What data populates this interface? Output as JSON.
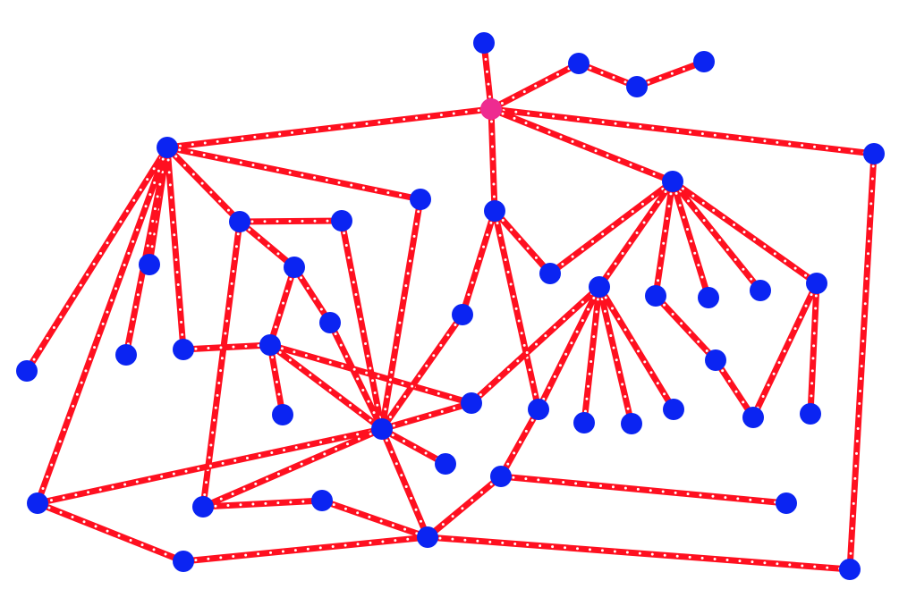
{
  "colors": {
    "edge": "#ff1020",
    "edge_dots": "#ffffff",
    "node": "#0b24f2",
    "root_node": "#ee2b90",
    "background": "#ffffff"
  },
  "root": "n0",
  "nodes": [
    "n0",
    "n1",
    "n2",
    "n3",
    "n4",
    "n5",
    "n6",
    "n7",
    "n8",
    "n9",
    "n10",
    "n11",
    "n12",
    "n13",
    "n14",
    "n15",
    "n16",
    "n17",
    "n18",
    "n19",
    "n20",
    "n21",
    "n22",
    "n23",
    "n24",
    "n25",
    "n26",
    "n27",
    "n28",
    "n29",
    "n30",
    "n31",
    "n32",
    "n33",
    "n34",
    "n35",
    "n36",
    "n37",
    "n38",
    "n39",
    "n40",
    "n41",
    "n42",
    "n43",
    "n44"
  ],
  "edges": [
    [
      "n0",
      "n1"
    ],
    [
      "n0",
      "n2"
    ],
    [
      "n2",
      "n3"
    ],
    [
      "n3",
      "n4"
    ],
    [
      "n0",
      "n5"
    ],
    [
      "n0",
      "n6"
    ],
    [
      "n0",
      "n7"
    ],
    [
      "n0",
      "n9"
    ],
    [
      "n6",
      "n44"
    ],
    [
      "n5",
      "n8"
    ],
    [
      "n5",
      "n10"
    ],
    [
      "n5",
      "n12"
    ],
    [
      "n5",
      "n21"
    ],
    [
      "n5",
      "n20"
    ],
    [
      "n5",
      "n22"
    ],
    [
      "n5",
      "n38"
    ],
    [
      "n8",
      "n28"
    ],
    [
      "n10",
      "n11"
    ],
    [
      "n10",
      "n13"
    ],
    [
      "n10",
      "n39"
    ],
    [
      "n11",
      "n28"
    ],
    [
      "n13",
      "n23"
    ],
    [
      "n13",
      "n24"
    ],
    [
      "n24",
      "n28"
    ],
    [
      "n22",
      "n23"
    ],
    [
      "n23",
      "n27"
    ],
    [
      "n23",
      "n28"
    ],
    [
      "n23",
      "n29"
    ],
    [
      "n9",
      "n25"
    ],
    [
      "n9",
      "n14"
    ],
    [
      "n9",
      "n30"
    ],
    [
      "n25",
      "n28"
    ],
    [
      "n7",
      "n14"
    ],
    [
      "n7",
      "n15"
    ],
    [
      "n7",
      "n16"
    ],
    [
      "n7",
      "n17"
    ],
    [
      "n7",
      "n18"
    ],
    [
      "n7",
      "n19"
    ],
    [
      "n28",
      "n29"
    ],
    [
      "n29",
      "n15"
    ],
    [
      "n15",
      "n31"
    ],
    [
      "n15",
      "n32"
    ],
    [
      "n15",
      "n33"
    ],
    [
      "n15",
      "n30"
    ],
    [
      "n30",
      "n37"
    ],
    [
      "n16",
      "n26"
    ],
    [
      "n26",
      "n34"
    ],
    [
      "n19",
      "n34"
    ],
    [
      "n19",
      "n35"
    ],
    [
      "n28",
      "n36"
    ],
    [
      "n28",
      "n38"
    ],
    [
      "n28",
      "n39"
    ],
    [
      "n28",
      "n42"
    ],
    [
      "n37",
      "n42"
    ],
    [
      "n37",
      "n41"
    ],
    [
      "n39",
      "n40"
    ],
    [
      "n40",
      "n42"
    ],
    [
      "n38",
      "n43"
    ],
    [
      "n43",
      "n42"
    ],
    [
      "n42",
      "n44"
    ]
  ]
}
